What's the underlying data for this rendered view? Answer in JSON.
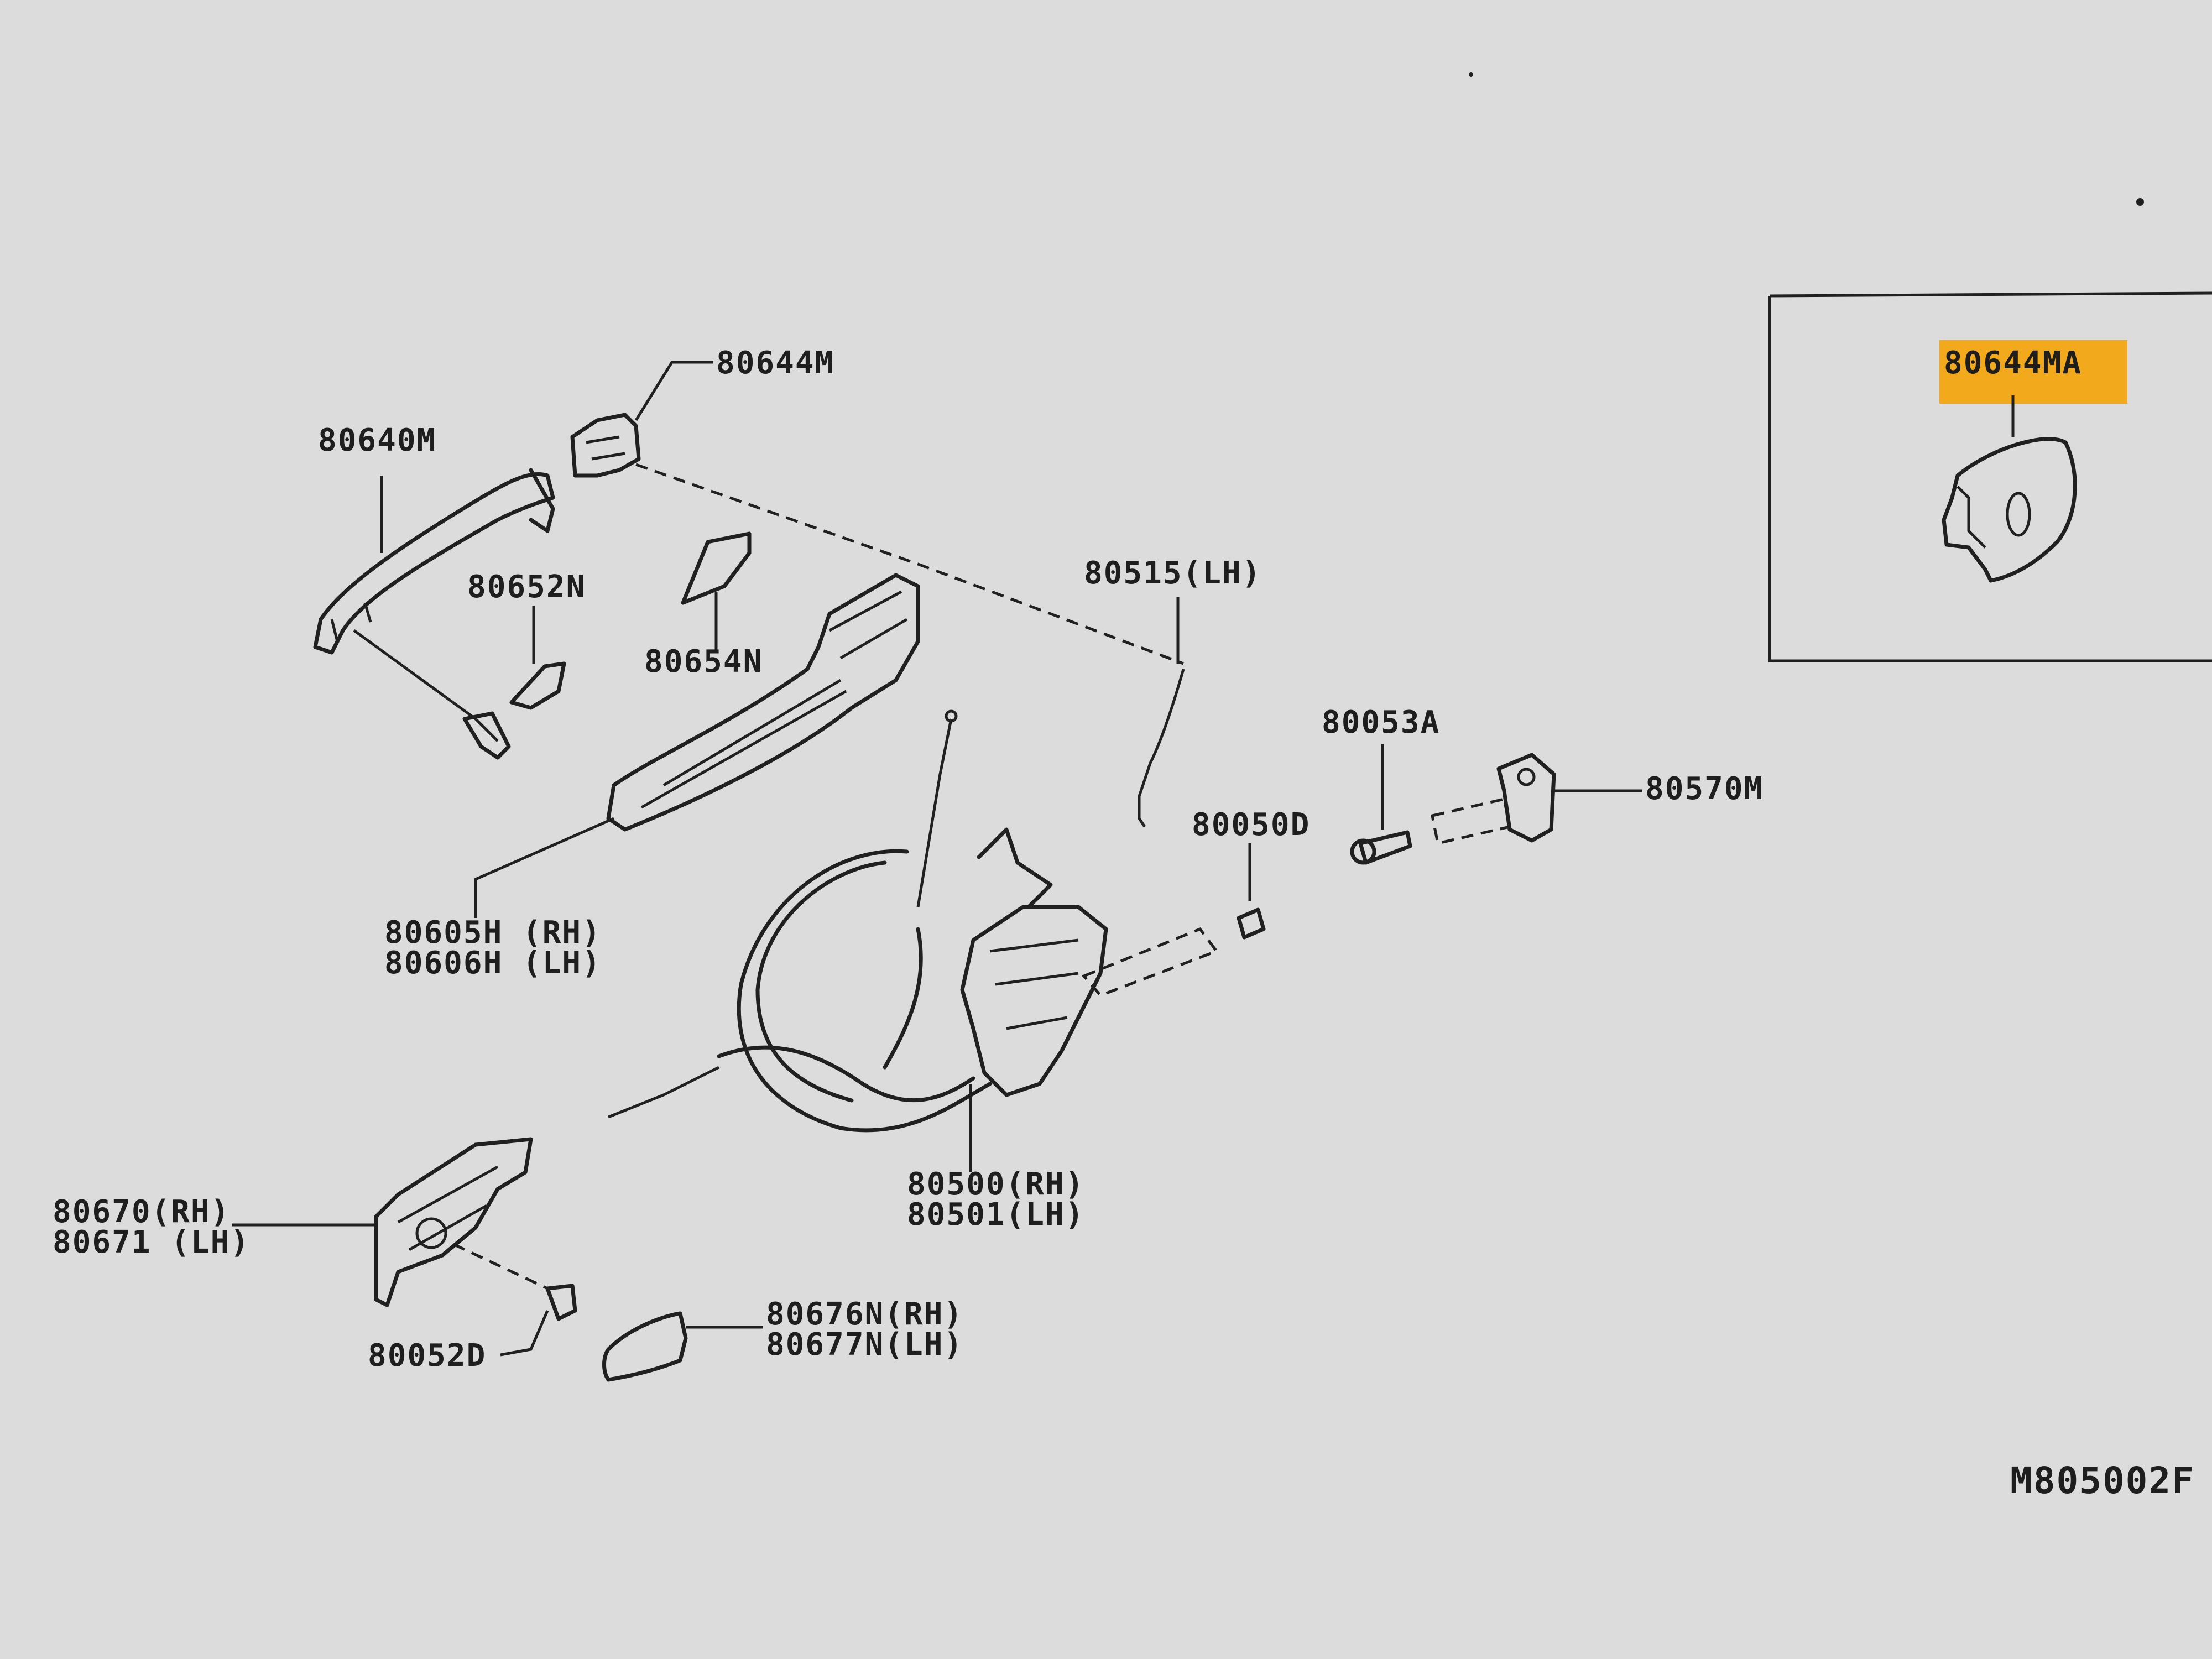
{
  "diagram": {
    "code": "M805002F",
    "highlight_color": "#f2a91b",
    "parts": [
      {
        "id": "p1",
        "label": "80644M"
      },
      {
        "id": "p2",
        "label": "80640M"
      },
      {
        "id": "p3",
        "label": "80652N"
      },
      {
        "id": "p4",
        "label": "80654N"
      },
      {
        "id": "p5",
        "label": "80515(LH)"
      },
      {
        "id": "p6",
        "label": "80053A"
      },
      {
        "id": "p7",
        "label": "80570M"
      },
      {
        "id": "p8",
        "label": "80050D"
      },
      {
        "id": "p9",
        "label": "80605H (RH)"
      },
      {
        "id": "p10",
        "label": "80606H (LH)"
      },
      {
        "id": "p11",
        "label": "80500(RH)"
      },
      {
        "id": "p12",
        "label": "80501(LH)"
      },
      {
        "id": "p13",
        "label": "80670(RH)"
      },
      {
        "id": "p14",
        "label": "80671 (LH)"
      },
      {
        "id": "p15",
        "label": "80052D"
      },
      {
        "id": "p16",
        "label": "80676N(RH)"
      },
      {
        "id": "p17",
        "label": "80677N(LH)"
      }
    ],
    "inset": {
      "label": "80644MA"
    }
  }
}
